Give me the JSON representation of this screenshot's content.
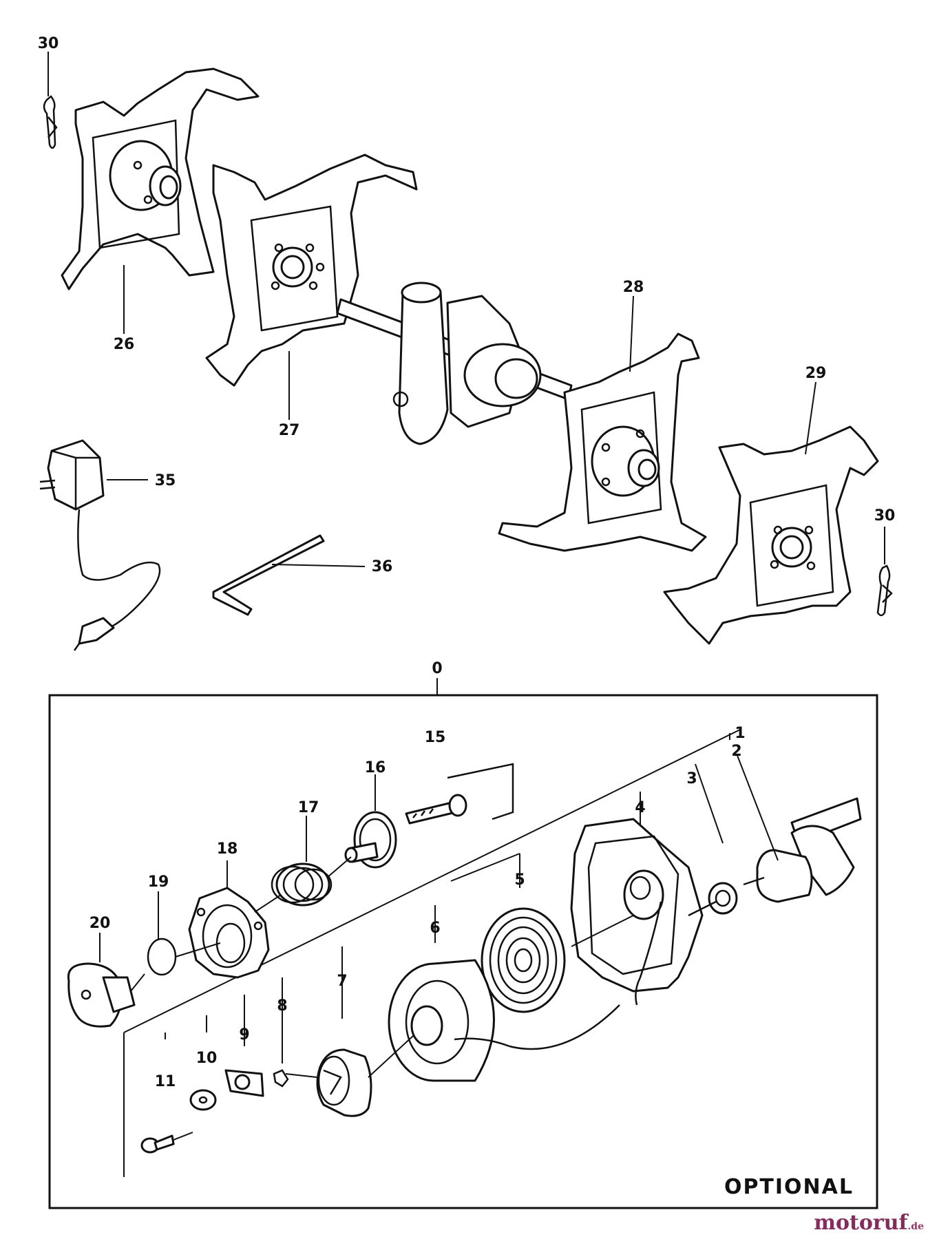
{
  "labels": {
    "p0": "0",
    "p1": "1",
    "p2": "2",
    "p3": "3",
    "p4": "4",
    "p5": "5",
    "p6": "6",
    "p7": "7",
    "p8": "8",
    "p9": "9",
    "p10": "10",
    "p11": "11",
    "p15": "15",
    "p16": "16",
    "p17": "17",
    "p18": "18",
    "p19": "19",
    "p20": "20",
    "p26": "26",
    "p27": "27",
    "p28": "28",
    "p29": "29",
    "p30a": "30",
    "p30b": "30",
    "p35": "35",
    "p36": "36"
  },
  "box_note": "OPTIONAL",
  "watermark": {
    "name": "motoruf",
    "tld": ".de"
  }
}
